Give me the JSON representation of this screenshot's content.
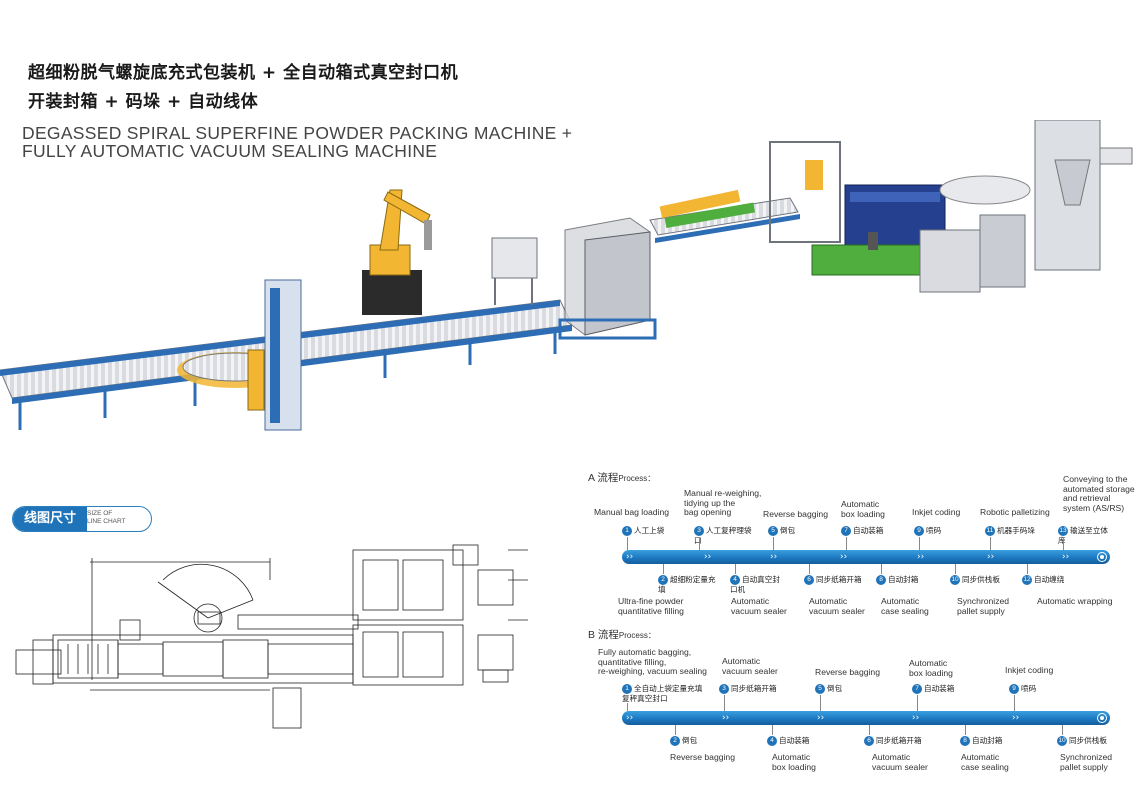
{
  "header": {
    "title_cn_line1": "超细粉脱气螺旋底充式包装机 + 全自动箱式真空封口机",
    "title_cn_line2": "开装封箱 + 码垛 + 自动线体",
    "title_en_line1": "DEGASSED SPIRAL SUPERFINE POWDER PACKING MACHINE +",
    "title_en_line2": "FULLY AUTOMATIC VACUUM SEALING MACHINE"
  },
  "line_chart_badge": {
    "label_cn": "线图尺寸",
    "label_en_line1": "SIZE OF",
    "label_en_line2": "LINE CHART"
  },
  "process_a": {
    "label_prefix": "A 流程",
    "label_suffix": "Process：",
    "top_steps": [
      {
        "num": "1",
        "cn": "人工上袋",
        "en": [
          "Manual bag loading"
        ]
      },
      {
        "num": "3",
        "cn": "人工复秤理袋口",
        "en": [
          "Manual re-weighing,",
          "tidying up the",
          "bag opening"
        ]
      },
      {
        "num": "5",
        "cn": "倒包",
        "en": [
          "Reverse bagging"
        ]
      },
      {
        "num": "7",
        "cn": "自动装箱",
        "en": [
          "Automatic",
          "box loading"
        ]
      },
      {
        "num": "9",
        "cn": "喷码",
        "en": [
          "Inkjet coding"
        ]
      },
      {
        "num": "11",
        "cn": "机器手码垛",
        "en": [
          "Robotic palletizing"
        ]
      },
      {
        "num": "13",
        "cn": "输送至立体库",
        "en": [
          "Conveying to the",
          "automated storage",
          "and retrieval",
          "system (AS/RS)"
        ]
      }
    ],
    "bottom_steps": [
      {
        "num": "2",
        "cn": "超细粉定量充填",
        "en": [
          "Ultra-fine powder",
          "quantitative filling"
        ]
      },
      {
        "num": "4",
        "cn": "自动真空封口机",
        "en": [
          "Automatic",
          "vacuum sealer"
        ]
      },
      {
        "num": "6",
        "cn": "同步纸箱开箱",
        "en": [
          "Automatic",
          "vacuum sealer"
        ]
      },
      {
        "num": "8",
        "cn": "自动封箱",
        "en": [
          "Automatic",
          "case sealing"
        ]
      },
      {
        "num": "10",
        "cn": "同步供栈板",
        "en": [
          "Synchronized",
          "pallet supply"
        ]
      },
      {
        "num": "12",
        "cn": "自动缠绕",
        "en": [
          "Automatic wrapping"
        ]
      }
    ]
  },
  "process_b": {
    "label_prefix": "B 流程",
    "label_suffix": "Process：",
    "top_steps": [
      {
        "num": "1",
        "cn": "全自动上袋定量充填复秤真空封口",
        "en": [
          "Fully automatic bagging,",
          "quantitative filling,",
          "re-weighing, vacuum sealing"
        ]
      },
      {
        "num": "3",
        "cn": "同步纸箱开箱",
        "en": [
          "Automatic",
          "vacuum sealer"
        ]
      },
      {
        "num": "5",
        "cn": "倒包",
        "en": [
          "Reverse bagging"
        ]
      },
      {
        "num": "7",
        "cn": "自动装箱",
        "en": [
          "Automatic",
          "box loading"
        ]
      },
      {
        "num": "9",
        "cn": "喷码",
        "en": [
          "Inkjet coding"
        ]
      }
    ],
    "bottom_steps": [
      {
        "num": "2",
        "cn": "倒包",
        "en": [
          "Reverse bagging"
        ]
      },
      {
        "num": "4",
        "cn": "自动装箱",
        "en": [
          "Automatic",
          "box loading"
        ]
      },
      {
        "num": "6",
        "cn": "同步纸箱开箱",
        "en": [
          "Automatic",
          "vacuum sealer"
        ]
      },
      {
        "num": "8",
        "cn": "自动封箱",
        "en": [
          "Automatic",
          "case sealing"
        ]
      },
      {
        "num": "10",
        "cn": "同步供栈板",
        "en": [
          "Synchronized",
          "pallet supply"
        ]
      }
    ]
  },
  "colors": {
    "accent_blue": "#1f73b8",
    "machine_yellow": "#f2b632",
    "machine_green": "#4fae3d",
    "machine_navy": "#24408e"
  }
}
